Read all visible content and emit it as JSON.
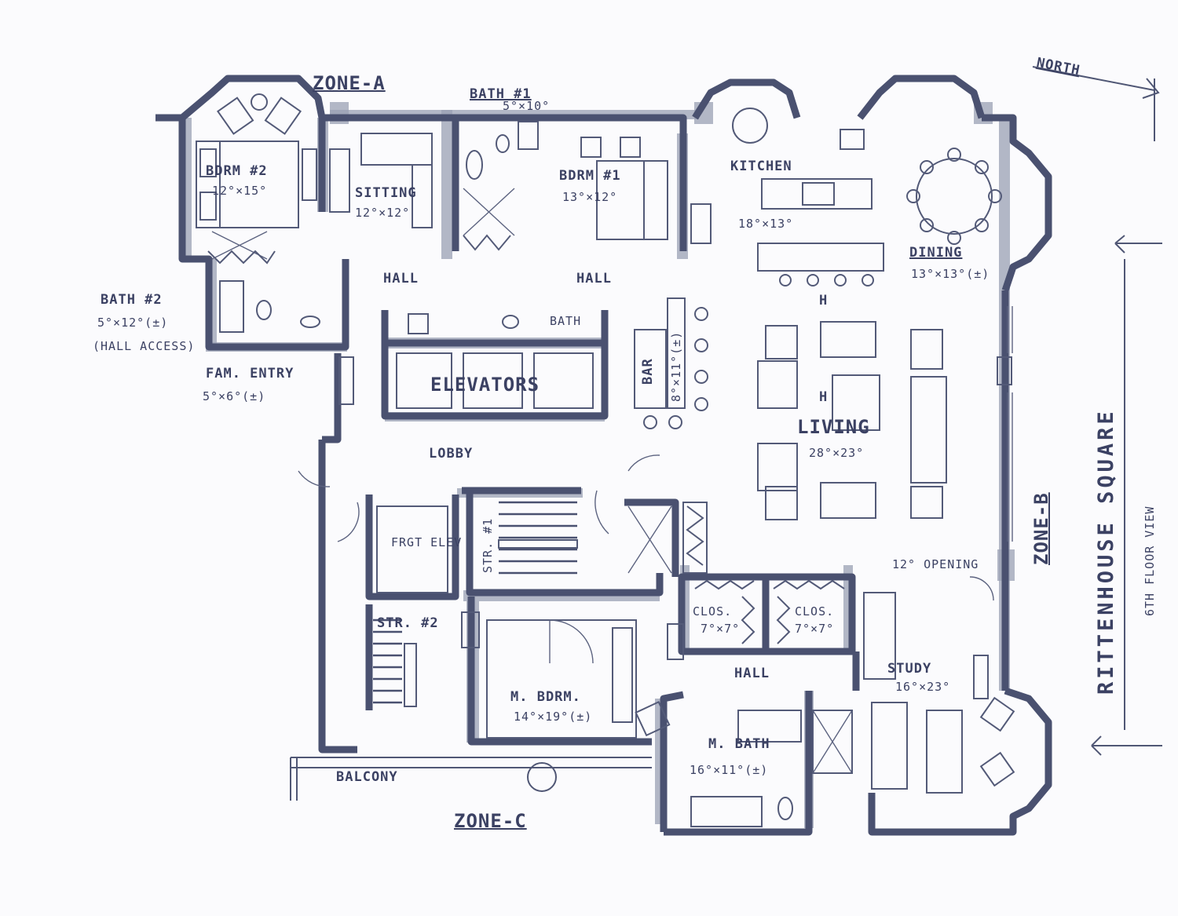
{
  "labels": {
    "zone_a": "ZONE-A",
    "zone_b": "ZONE-B",
    "zone_c": "ZONE-C",
    "north": "NORTH",
    "rittenhouse": "RITTENHOUSE SQUARE",
    "floor_view": "6TH FLOOR VIEW",
    "lobby": "LOBBY",
    "balcony": "BALCONY",
    "elevators": "ELEVATORS",
    "frgt_elev": "FRGT ELEV",
    "bar": "BAR",
    "h_mark_1": "H",
    "h_mark_2": "H",
    "opening": "12° OPENING"
  },
  "rooms": {
    "bdrm2": {
      "name": "BDRM #2",
      "dim": "12°×15°"
    },
    "sitting": {
      "name": "SITTING",
      "dim": "12°×12°"
    },
    "bath1": {
      "name": "BATH #1",
      "dim": "5°×10°"
    },
    "bdrm1": {
      "name": "BDRM #1",
      "dim": "13°×12°"
    },
    "kitchen": {
      "name": "KITCHEN",
      "dim": "18°×13°"
    },
    "dining": {
      "name": "DINING",
      "dim": "13°×13°(±)"
    },
    "bath2": {
      "name": "BATH #2",
      "dim": "5°×12°(±)",
      "note": "(HALL ACCESS)"
    },
    "fam_entry": {
      "name": "FAM. ENTRY",
      "dim": "5°×6°(±)"
    },
    "hall_left": {
      "name": "HALL"
    },
    "hall_right": {
      "name": "HALL"
    },
    "bath_small": {
      "name": "BATH"
    },
    "bar": {
      "dim": "8°×11°(±)"
    },
    "living": {
      "name": "LIVING",
      "dim": "28°×23°"
    },
    "str1": {
      "name": "STR. #1"
    },
    "str2": {
      "name": "STR. #2"
    },
    "clos_left": {
      "name": "CLOS.",
      "dim": "7°×7°"
    },
    "clos_right": {
      "name": "CLOS.",
      "dim": "7°×7°"
    },
    "hall_lower": {
      "name": "HALL"
    },
    "study": {
      "name": "STUDY",
      "dim": "16°×23°"
    },
    "m_bdrm": {
      "name": "M. BDRM.",
      "dim": "14°×19°(±)"
    },
    "m_bath": {
      "name": "M. BATH",
      "dim": "16°×11°(±)"
    }
  },
  "colors": {
    "ink": "#4a5170",
    "wash": "#9aa0b3",
    "paper": "#fbfbfd"
  }
}
